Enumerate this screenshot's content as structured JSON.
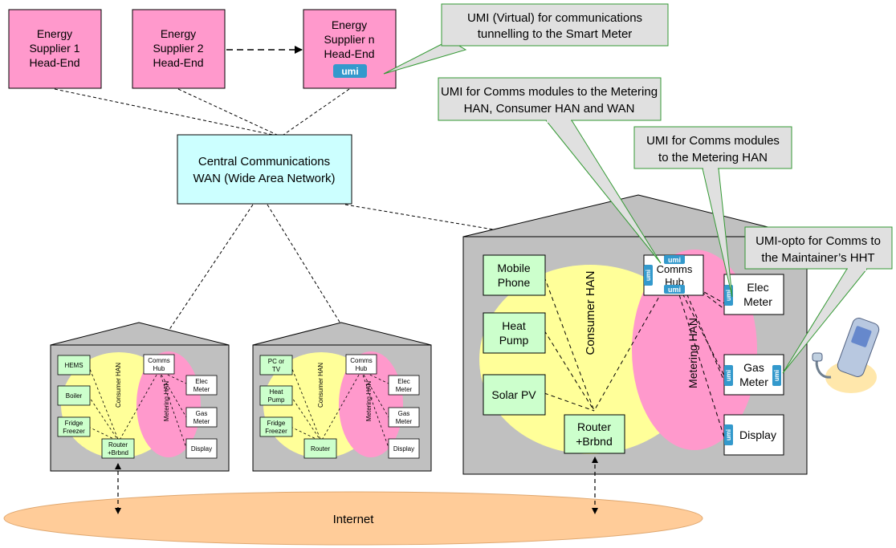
{
  "colors": {
    "supplier": "#ff99cc",
    "wan": "#ccffff",
    "device": "#ccffcc",
    "consumer_han": "#ffff99",
    "metering_han": "#ff99cc",
    "house": "#c0c0c0",
    "internet": "#ffcc99",
    "callout": "#e0e0e0",
    "callout_border": "#339933",
    "umi": "#3399cc"
  },
  "suppliers": [
    {
      "line1": "Energy",
      "line2": "Supplier 1",
      "line3": "Head-End"
    },
    {
      "line1": "Energy",
      "line2": "Supplier 2",
      "line3": "Head-End"
    },
    {
      "line1": "Energy",
      "line2": "Supplier n",
      "line3": "Head-End"
    }
  ],
  "wan": {
    "line1": "Central Communications",
    "line2": "WAN (Wide Area Network)"
  },
  "internet": {
    "label": "Internet"
  },
  "umi_logo": "umi",
  "callouts": {
    "virtual": {
      "line1": "UMI (Virtual) for communications",
      "line2": "tunnelling to the Smart Meter"
    },
    "comms_modules": {
      "line1": "UMI for Comms modules to the Metering",
      "line2": "HAN, Consumer HAN and WAN"
    },
    "metering": {
      "line1": "UMI for Comms modules",
      "line2": "to the Metering HAN"
    },
    "opto": {
      "line1": "UMI-opto for Comms to",
      "line2": "the Maintainer’s HHT"
    }
  },
  "house1": {
    "consumer_han": "Consumer HAN",
    "metering_han": "Metering HAN",
    "devices": [
      {
        "line1": "HEMS",
        "line2": ""
      },
      {
        "line1": "Boiler",
        "line2": ""
      },
      {
        "line1": "Fridge",
        "line2": "Freezer"
      }
    ],
    "comms_hub": {
      "line1": "Comms",
      "line2": "Hub"
    },
    "router": {
      "line1": "Router",
      "line2": "+Brbnd"
    },
    "meters": [
      {
        "line1": "Elec",
        "line2": "Meter"
      },
      {
        "line1": "Gas",
        "line2": "Meter"
      },
      {
        "line1": "Display",
        "line2": ""
      }
    ]
  },
  "house2": {
    "consumer_han": "Consumer HAN",
    "metering_han": "Metering HAN",
    "devices": [
      {
        "line1": "PC or",
        "line2": "TV"
      },
      {
        "line1": "Heat",
        "line2": "Pump"
      },
      {
        "line1": "Fridge",
        "line2": "Freezer"
      }
    ],
    "comms_hub": {
      "line1": "Comms",
      "line2": "Hub"
    },
    "router": {
      "line1": "Router",
      "line2": ""
    },
    "meters": [
      {
        "line1": "Elec",
        "line2": "Meter"
      },
      {
        "line1": "Gas",
        "line2": "Meter"
      },
      {
        "line1": "Display",
        "line2": ""
      }
    ]
  },
  "house3": {
    "consumer_han": "Consumer HAN",
    "metering_han": "Metering HAN",
    "devices": [
      {
        "line1": "Mobile",
        "line2": "Phone"
      },
      {
        "line1": "Heat",
        "line2": "Pump"
      },
      {
        "line1": "Solar PV",
        "line2": ""
      }
    ],
    "comms_hub": {
      "line1": "Comms",
      "line2": "Hub"
    },
    "router": {
      "line1": "Router",
      "line2": "+Brbnd"
    },
    "meters": [
      {
        "line1": "Elec",
        "line2": "Meter"
      },
      {
        "line1": "Gas",
        "line2": "Meter"
      },
      {
        "line1": "Display",
        "line2": ""
      }
    ]
  },
  "hht_icon": "handheld-terminal-icon"
}
